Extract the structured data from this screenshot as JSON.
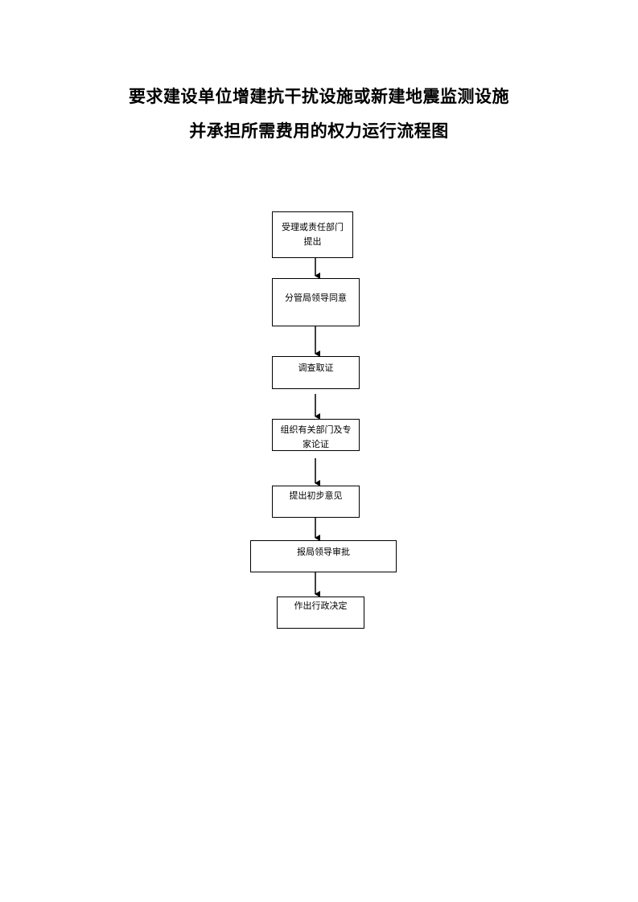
{
  "title": {
    "line1": "要求建设单位增建抗干扰设施或新建地震监测设施",
    "line2": "并承担所需费用的权力运行流程图"
  },
  "flow": {
    "steps": [
      "受理或责任部门\n提出",
      "分管局领导同意",
      "调查取证",
      "组织有关部门及专\n家论证",
      "提出初步意见",
      "报局领导审批",
      "作出行政决定"
    ]
  },
  "colors": {
    "line": "#000000",
    "background": "#ffffff"
  }
}
